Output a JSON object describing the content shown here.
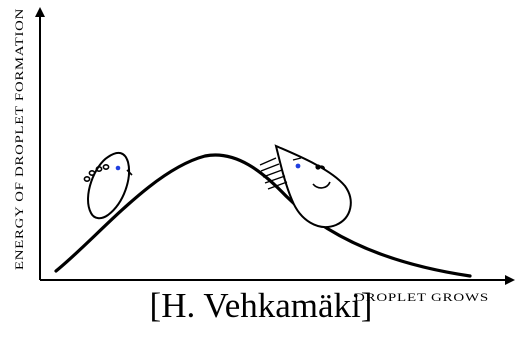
{
  "diagram": {
    "y_axis_label": "ENERGY OF DROPLET FORMATION",
    "x_axis_label": "DROPLET GROWS",
    "credit": "[H. Vehkamäki]",
    "colors": {
      "ink": "#000000",
      "eye": "#1f3fe0",
      "background": "#ffffff"
    },
    "characters": [
      {
        "name": "climbing-droplet",
        "pose": "struggling uphill"
      },
      {
        "name": "sliding-droplet",
        "pose": "sliding downhill happily"
      }
    ]
  }
}
